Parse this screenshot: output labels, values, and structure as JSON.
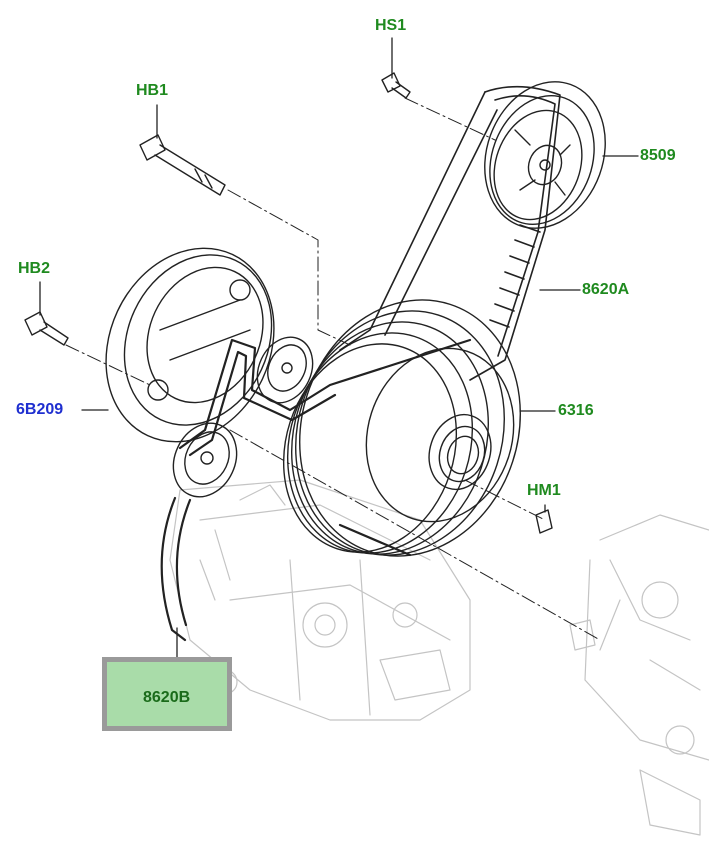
{
  "callouts": {
    "hs1": "HS1",
    "hb1": "HB1",
    "hb2": "HB2",
    "p8509": "8509",
    "p8620a": "8620A",
    "p6b209": "6B209",
    "p6316": "6316",
    "hm1": "HM1",
    "p8620b": "8620B"
  },
  "colors": {
    "label_green": "#1f8a1f",
    "label_blue": "#1f2fd0",
    "highlight_fill": "#a9dca9",
    "highlight_border": "#9a9a9a",
    "line": "#222222",
    "ghost_line": "#bdbdbd"
  },
  "highlighted_part": "8620B"
}
